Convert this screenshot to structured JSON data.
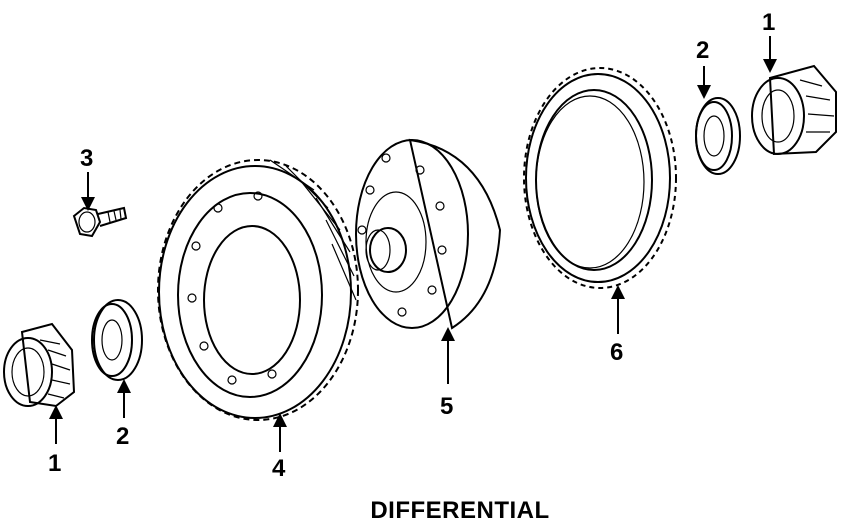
{
  "diagram": {
    "caption": "DIFFERENTIAL",
    "callouts": [
      {
        "id": "c1a",
        "label": "1"
      },
      {
        "id": "c2a",
        "label": "2"
      },
      {
        "id": "c3",
        "label": "3"
      },
      {
        "id": "c4",
        "label": "4"
      },
      {
        "id": "c5",
        "label": "5"
      },
      {
        "id": "c6",
        "label": "6"
      },
      {
        "id": "c2b",
        "label": "2"
      },
      {
        "id": "c1b",
        "label": "1"
      }
    ]
  }
}
